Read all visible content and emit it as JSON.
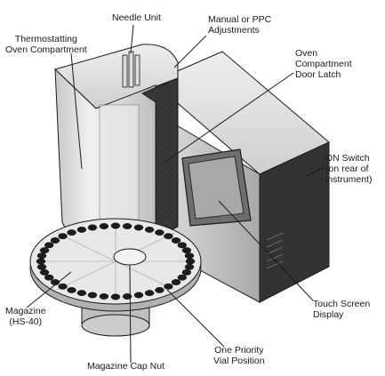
{
  "labels": {
    "needle_unit": "Needle Unit",
    "oven_compartment": [
      "Thermostatting",
      "Oven Compartment"
    ],
    "manual_adjustments": [
      "Manual or PPC",
      "Adjustments"
    ],
    "door_latch": [
      "Oven",
      "Compartment",
      "Door Latch"
    ],
    "on_switch": [
      "ON Switch",
      "(on rear of",
      "instrument)"
    ],
    "touch_screen": [
      "Touch Screen",
      "Display"
    ],
    "magazine": [
      "Magazine",
      "(HS-40)"
    ],
    "priority_vial": [
      "One Priority",
      "Vial Position"
    ],
    "cap_nut": "Magazine Cap Nut"
  },
  "colors": {
    "line": "#1a1a1a",
    "body_light": "#e4e4e4",
    "body_mid": "#bdbdbd",
    "body_dark": "#2e2e2e",
    "screen": "#9a9a9a",
    "vial": "#1c1c1c"
  }
}
